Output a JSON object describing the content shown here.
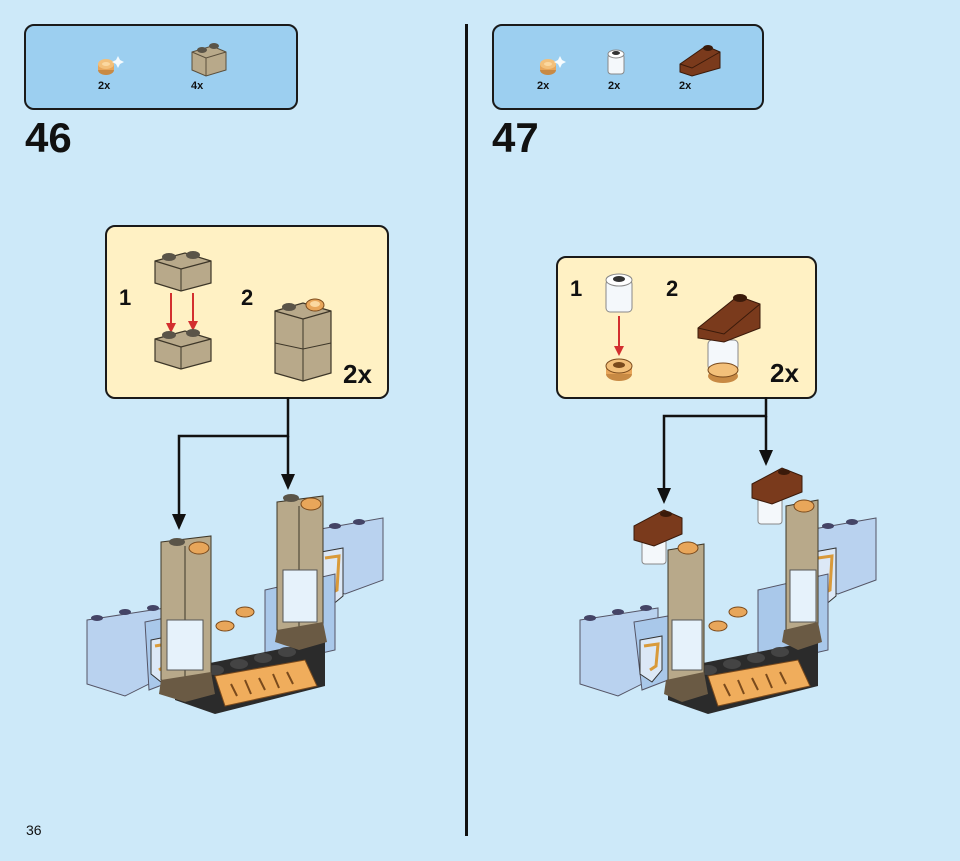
{
  "page": {
    "number": "36"
  },
  "steps": [
    {
      "number": "46",
      "parts": [
        {
          "icon": "round-tile-gold",
          "qty": "2x"
        },
        {
          "icon": "brick-1x2-tan",
          "qty": "4x"
        }
      ],
      "substeps": {
        "label1": "1",
        "label2": "2",
        "multiplier": "2x"
      }
    },
    {
      "number": "47",
      "parts": [
        {
          "icon": "round-tile-gold",
          "qty": "2x"
        },
        {
          "icon": "round-brick-transparent",
          "qty": "2x"
        },
        {
          "icon": "slope-brick-brown",
          "qty": "2x"
        }
      ],
      "substeps": {
        "label1": "1",
        "label2": "2",
        "multiplier": "2x"
      }
    }
  ],
  "colors": {
    "background": "#cde9f9",
    "parts_box": "#9ccff0",
    "substep_box": "#fff1c4",
    "arrow_red": "#d32f2f",
    "tan": "#b8a98a",
    "gold": "#e8a65a",
    "brown": "#7a3a1c",
    "light_blue": "#a9c8ea"
  }
}
